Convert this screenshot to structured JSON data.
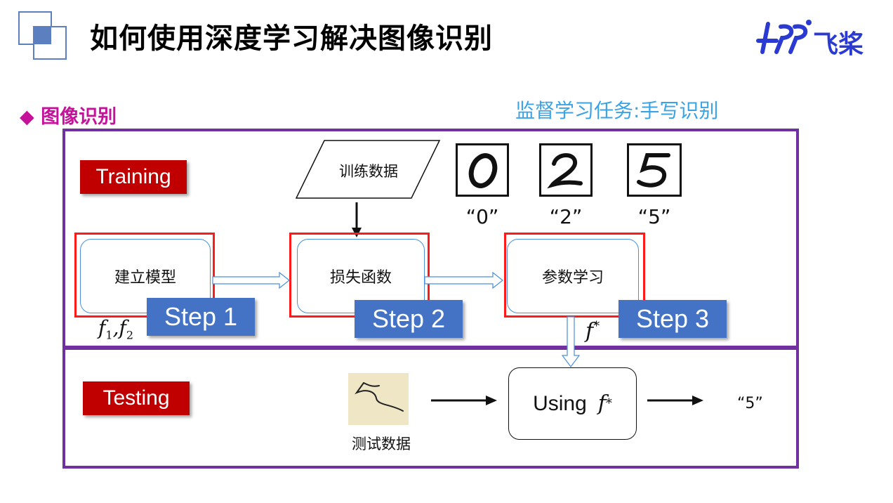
{
  "header": {
    "title": "如何使用深度学习解决图像识别",
    "logo_text": "飞桨"
  },
  "section_title": "◆ 图像识别",
  "task_title": "监督学习任务:手写识别",
  "training": {
    "tag": "Training",
    "data_label": "训练数据",
    "digits": [
      {
        "glyph": "0",
        "label": "“0”"
      },
      {
        "glyph": "2",
        "label": "“2”"
      },
      {
        "glyph": "5",
        "label": "“5”"
      }
    ],
    "nodes": [
      {
        "label": "建立模型"
      },
      {
        "label": "损失函数"
      },
      {
        "label": "参数学习"
      }
    ],
    "steps": [
      "Step 1",
      "Step 2",
      "Step 3"
    ],
    "functions_f": "f",
    "functions_sub1": "1",
    "functions_sep": ",",
    "functions_sub2": "2",
    "fstar_f": "f",
    "fstar_sup": "*"
  },
  "testing": {
    "tag": "Testing",
    "data_label": "测试数据",
    "using_text": "Using",
    "using_f": "f",
    "using_sup": "*",
    "result": "“5”"
  },
  "colors": {
    "panel_border": "#7030a0",
    "tag_bg": "#c00000",
    "step_bg": "#4472c4",
    "red_box": "#ff1a1a",
    "accent_pink": "#c4129a",
    "task_blue": "#3aa3e6",
    "logo_blue": "#2b3bd1"
  }
}
